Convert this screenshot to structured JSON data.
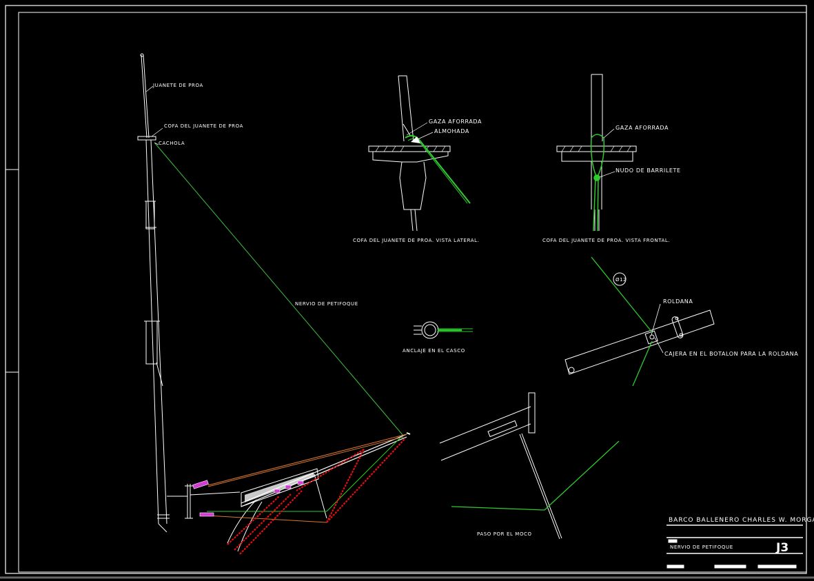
{
  "labels": {
    "juanete": "JUANETE DE PROA",
    "cofa_juanete": "COFA DEL JUANETE DE PROA",
    "cachola": "CACHOLA",
    "nervio_petifoque": "NERVIO DE PETIFOQUE",
    "gaza_aforrada_1": "GAZA AFORRADA",
    "almohada": "ALMOHADA",
    "vista_lateral": "COFA DEL JUANETE DE PROA. VISTA LATERAL.",
    "gaza_aforrada_2": "GAZA AFORRADA",
    "nudo_barrilete": "NUDO DE BARRILETE",
    "vista_frontal": "COFA DEL JUANETE DE PROA. VISTA FRONTAL.",
    "anclaje": "ANCLAJE EN EL CASCO",
    "roldana": "ROLDANA",
    "cajera": "CAJERA EN EL BOTALON PARA LA ROLDANA",
    "size_mark": "Ø12",
    "paso_moco": "PASO POR EL MOCO"
  },
  "title_block": {
    "ship": "BARCO BALLENERO CHARLES W. MORGAN",
    "drawing": "NERVIO DE PETIFOQUE",
    "sheet": "J3"
  },
  "colors": {
    "background": "#000000",
    "line": "#ffffff",
    "rope_green": "#2ecc2e",
    "stay_red": "#e01010",
    "stay_orange": "#d9772c",
    "tackle_magenta": "#d23cd2"
  }
}
